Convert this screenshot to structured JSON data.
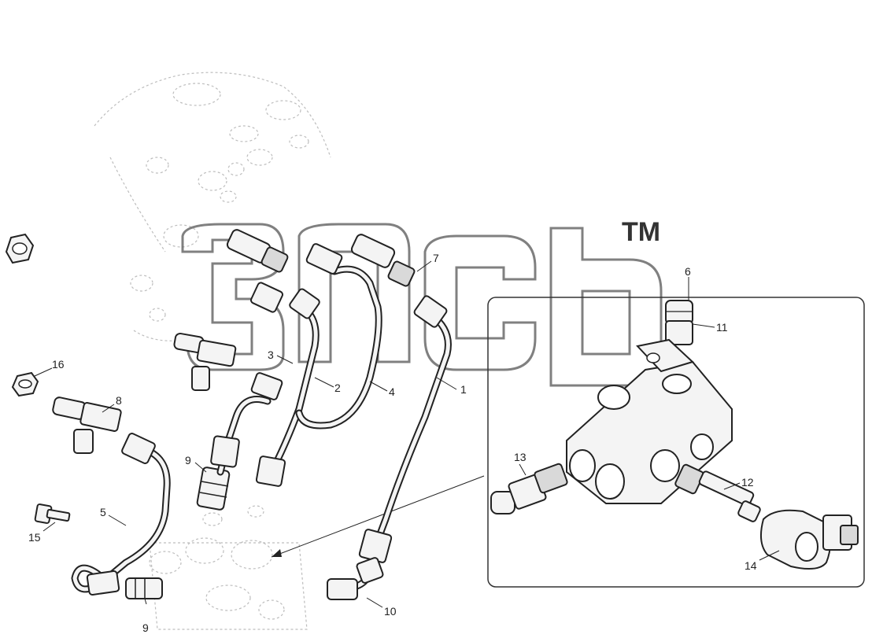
{
  "diagram": {
    "trademark": "TM",
    "callouts": [
      {
        "id": "c1",
        "label": "1"
      },
      {
        "id": "c2",
        "label": "2"
      },
      {
        "id": "c3",
        "label": "3"
      },
      {
        "id": "c4",
        "label": "4"
      },
      {
        "id": "c5",
        "label": "5"
      },
      {
        "id": "c6",
        "label": "6"
      },
      {
        "id": "c7",
        "label": "7"
      },
      {
        "id": "c8",
        "label": "8"
      },
      {
        "id": "c9a",
        "label": "9"
      },
      {
        "id": "c9b",
        "label": "9"
      },
      {
        "id": "c10",
        "label": "10"
      },
      {
        "id": "c11",
        "label": "11"
      },
      {
        "id": "c12",
        "label": "12"
      },
      {
        "id": "c13",
        "label": "13"
      },
      {
        "id": "c14",
        "label": "14"
      },
      {
        "id": "c15",
        "label": "15"
      },
      {
        "id": "c16",
        "label": "16"
      }
    ]
  }
}
